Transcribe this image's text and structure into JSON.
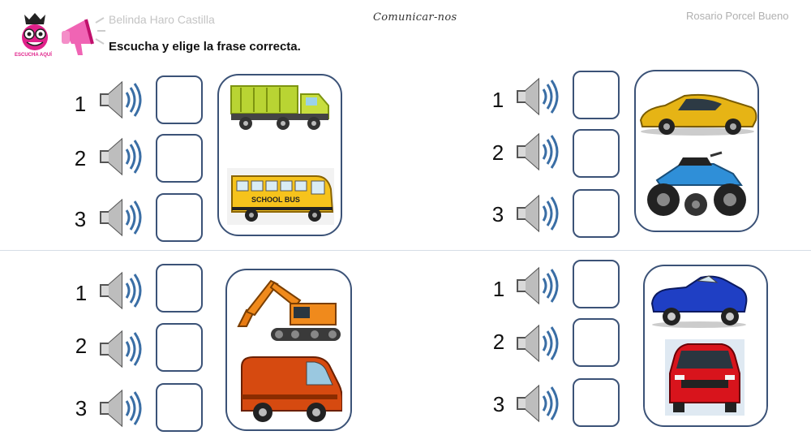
{
  "header": {
    "author_left": "Belinda Haro Castilla",
    "author_right": "Rosario Porcel Bueno",
    "instruction": "Escucha  y  elige la frase correcta.",
    "brand": "Comunicar-nos",
    "listen_label": "ESCUCHA AQUÍ"
  },
  "icons": {
    "listen": "megaphone-icon",
    "audio": "speaker-icon",
    "mascot": "monster-mascot-icon"
  },
  "colors": {
    "border": "#3b5277",
    "accent_pink": "#e0218a",
    "speaker_blue": "#3a6ea5"
  },
  "sections": [
    {
      "id": "top-left",
      "numbers": [
        "1",
        "2",
        "3"
      ],
      "images": [
        "truck",
        "school-bus"
      ],
      "bus_text": "SCHOOL BUS"
    },
    {
      "id": "top-right",
      "numbers": [
        "1",
        "2",
        "3"
      ],
      "images": [
        "sports-car",
        "quad-bike"
      ]
    },
    {
      "id": "bottom-left",
      "numbers": [
        "1",
        "2",
        "3"
      ],
      "images": [
        "excavator",
        "van"
      ]
    },
    {
      "id": "bottom-right",
      "numbers": [
        "1",
        "2",
        "3"
      ],
      "images": [
        "roadster",
        "red-minivan"
      ]
    }
  ]
}
